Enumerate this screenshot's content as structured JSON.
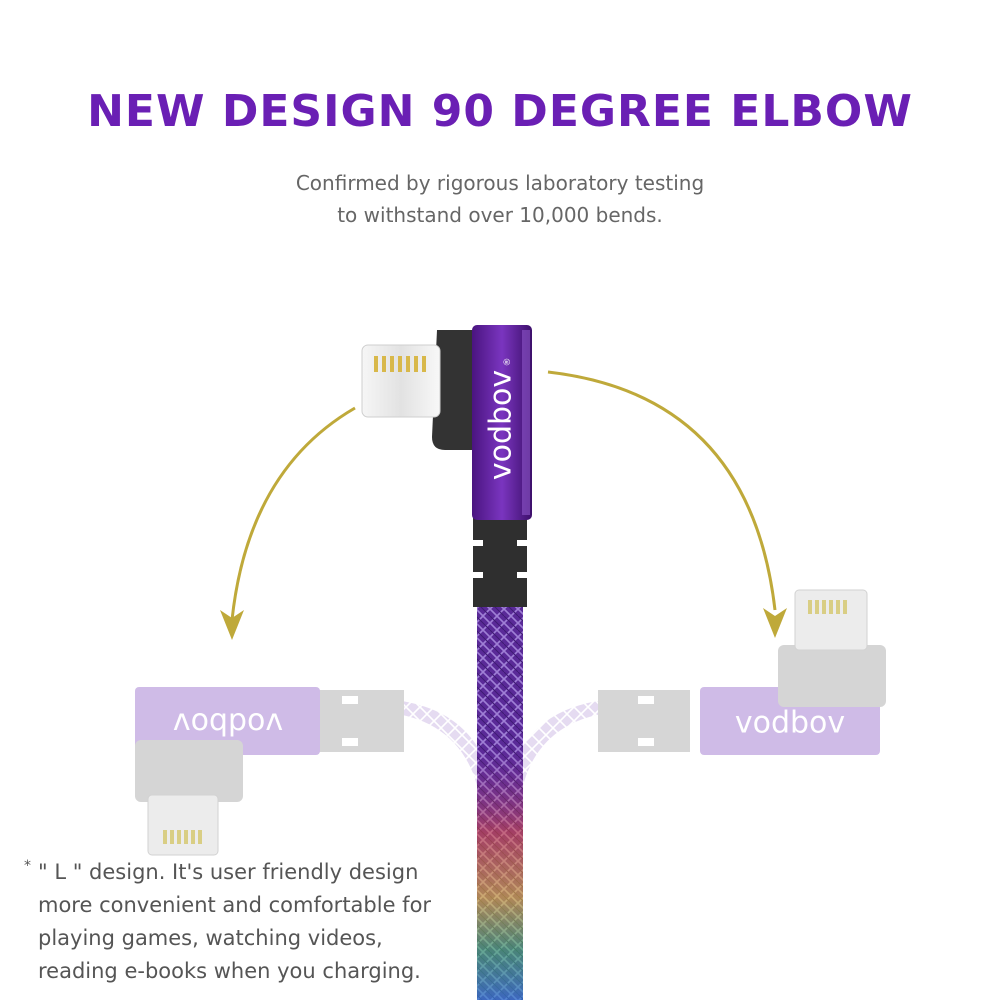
{
  "header": {
    "title": "NEW DESIGN 90 DEGREE ELBOW",
    "subtitle_lines": [
      "Confirmed by rigorous laboratory testing",
      "to withstand over 10,000 bends."
    ]
  },
  "product": {
    "brand": "vodbov",
    "trademark": "®"
  },
  "note": {
    "bullet": "*",
    "lines": [
      "\" L \" design. It's user friendly design",
      "more convenient and comfortable for",
      "playing games, watching videos,",
      "reading e-books when you charging."
    ]
  },
  "colors": {
    "title": "#6a1fb4",
    "purple_body": "#5e1f9a",
    "faded_purple": "#cdb8e6",
    "arrow": "#bfa93a",
    "dark_boot": "#2f2f2f",
    "silver_plug": "#e3e3e3"
  }
}
